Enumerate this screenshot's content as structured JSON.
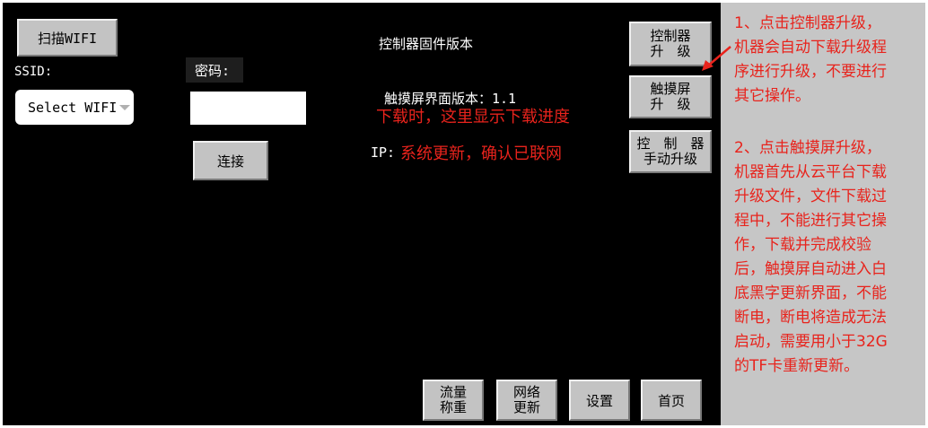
{
  "screen": {
    "scan_wifi_button": "扫描WIFI",
    "ssid_label": "SSID:",
    "wifi_select_value": "Select WIFI",
    "password_label": "密码:",
    "connect_button": "连接",
    "firmware_version_label": "控制器固件版本",
    "touchscreen_version_label": "触摸屏界面版本：1.1",
    "ip_label": "IP:",
    "controller_upgrade_button": [
      "控制器",
      "升　级"
    ],
    "touchscreen_upgrade_button": [
      "触摸屏",
      "升　级"
    ],
    "manual_upgrade_button": [
      "控　制　器",
      "手动升级"
    ],
    "bottom_buttons": {
      "flow_calibration": [
        "流量",
        "称重"
      ],
      "network_update": [
        "网络",
        "更新"
      ],
      "settings": "设置",
      "home": "首页"
    }
  },
  "annotations": {
    "download_progress_note": "下载时，这里显示下载进度",
    "ip_note": "系统更新，确认已联网",
    "note_1_lines": [
      "1、点击控制器升级，",
      "机器会自动下载升级程",
      "序进行升级，不要进行",
      "其它操作。"
    ],
    "note_2_lines": [
      "2、点击触摸屏升级，",
      "机器首先从云平台下载",
      "升级文件，文件下载过",
      "程中，不能进行其它操",
      "作，下载并完成校验",
      "后，触摸屏自动进入白",
      "底黑字更新界面，不能",
      "断电，断电将造成无法",
      "启动，需要用小于32G",
      "的TF卡重新更新。"
    ]
  },
  "colors": {
    "screen_background": "#000000",
    "button_face": "#c3c3c3",
    "annotation_red": "#e8231c",
    "side_panel": "#c6c6c6"
  }
}
